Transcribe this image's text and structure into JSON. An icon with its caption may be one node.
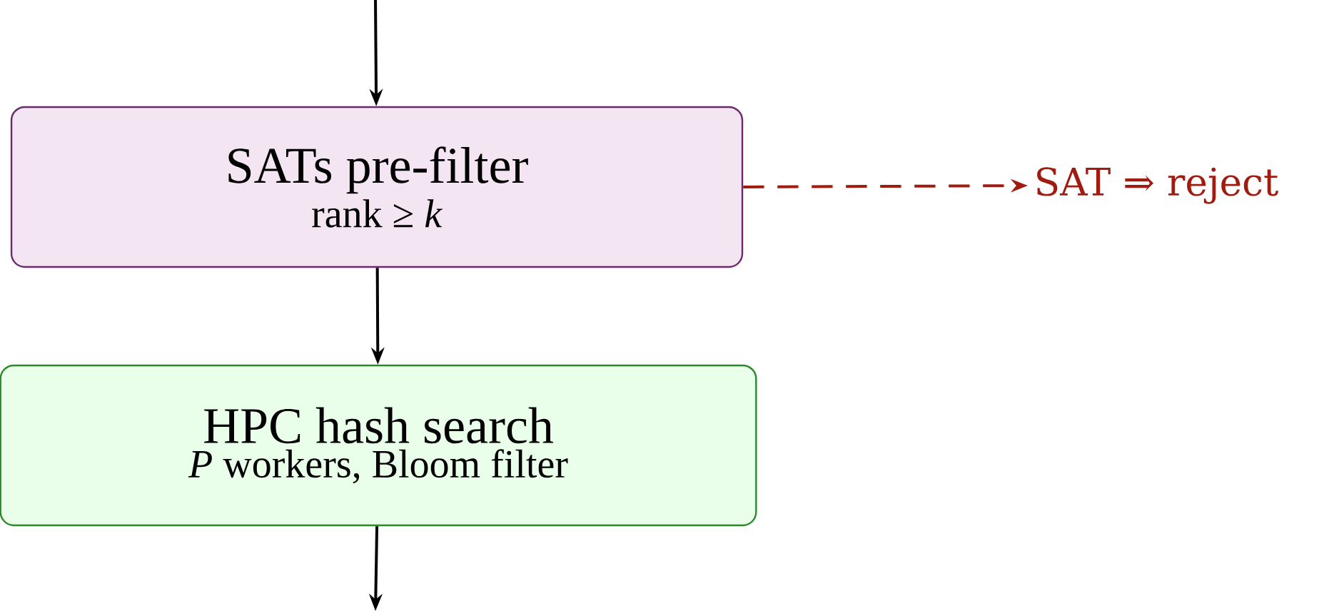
{
  "diagram": {
    "nodes": [
      {
        "text": [
          "SATs pre-filter",
          "rank ≥ *k*"
        ]
      },
      {
        "text": [
          "HPC hash search",
          "*P* workers, Bloom filter"
        ]
      },
      {
        "text": [
          "SAT ⇒ reject"
        ]
      }
    ],
    "edges": [
      {
        "from": null,
        "to": 0,
        "arrow": "to"
      },
      {
        "from": 0,
        "to": 1,
        "arrow": "to"
      },
      {
        "from": 1,
        "to": null,
        "arrow": "to"
      },
      {
        "from": 0,
        "to": 2,
        "arrow": "to",
        "style": "dashed",
        "color": "#a01c10"
      }
    ]
  }
}
